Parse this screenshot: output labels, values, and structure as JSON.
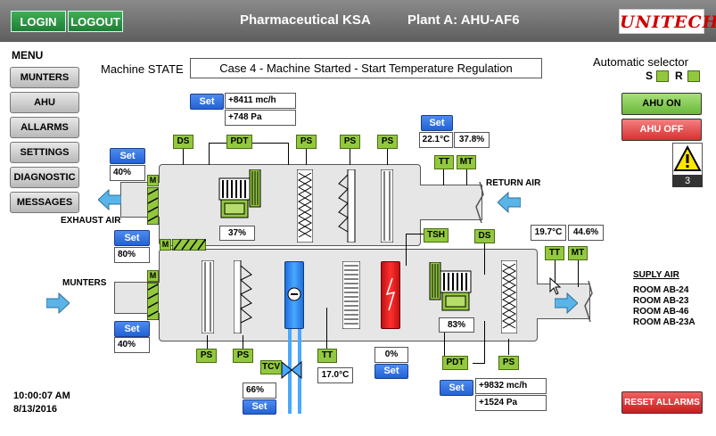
{
  "header": {
    "login_label": "LOGIN",
    "logout_label": "LOGOUT",
    "company": "Pharmaceutical KSA",
    "plant": "Plant A: AHU-AF6",
    "logo_text": "UNITECH"
  },
  "menu": {
    "title": "MENU",
    "items": [
      "MUNTERS",
      "AHU",
      "ALLARMS",
      "SETTINGS",
      "DIAGNOSTIC",
      "MESSAGES"
    ]
  },
  "machine_state": {
    "label": "Machine STATE",
    "value": "Case 4 - Machine Started - Start Temperature Regulation"
  },
  "selector": {
    "label": "Automatic selector",
    "s_label": "S",
    "r_label": "R"
  },
  "controls": {
    "ahu_on": "AHU ON",
    "ahu_off": "AHU OFF",
    "alarm_count": "3",
    "reset_alarms": "RESET ALLARMS"
  },
  "set_label": "Set",
  "sensors": {
    "ds": "DS",
    "pdt": "PDT",
    "ps": "PS",
    "tt": "TT",
    "mt": "MT",
    "tsh": "TSH",
    "tcv": "TCV",
    "m": "M"
  },
  "values": {
    "top_flow": "+8411 mc/h",
    "top_pressure": "+748 Pa",
    "return_temp": "22.1°C",
    "return_humidity": "37.8%",
    "exhaust_damper": "40%",
    "return_fan_speed": "37%",
    "mixing_damper": "80%",
    "munters_damper": "40%",
    "supply_temp": "19.7°C",
    "supply_humidity": "44.6%",
    "supply_fan_speed": "83%",
    "coil_temp": "17.0°C",
    "heater_output": "0%",
    "valve_opening": "66%",
    "bottom_flow": "+9832 mc/h",
    "bottom_pressure": "+1524 Pa"
  },
  "labels": {
    "exhaust_air": "EXHAUST AIR",
    "return_air": "RETURN AIR",
    "munters": "MUNTERS",
    "supply_air": "SUPLY AIR",
    "rooms": [
      "ROOM AB-24",
      "ROOM AB-23",
      "ROOM AB-46",
      "ROOM AB-23A"
    ]
  },
  "status": {
    "time": "10:00:07 AM",
    "date": "8/13/2016"
  },
  "colors": {
    "sensor_green": "#92c83e",
    "set_blue": "#2f6fe0",
    "arrow_blue": "#5ab4e8",
    "ahu_on_green": "#7cc34a",
    "ahu_off_red": "#e04040"
  }
}
